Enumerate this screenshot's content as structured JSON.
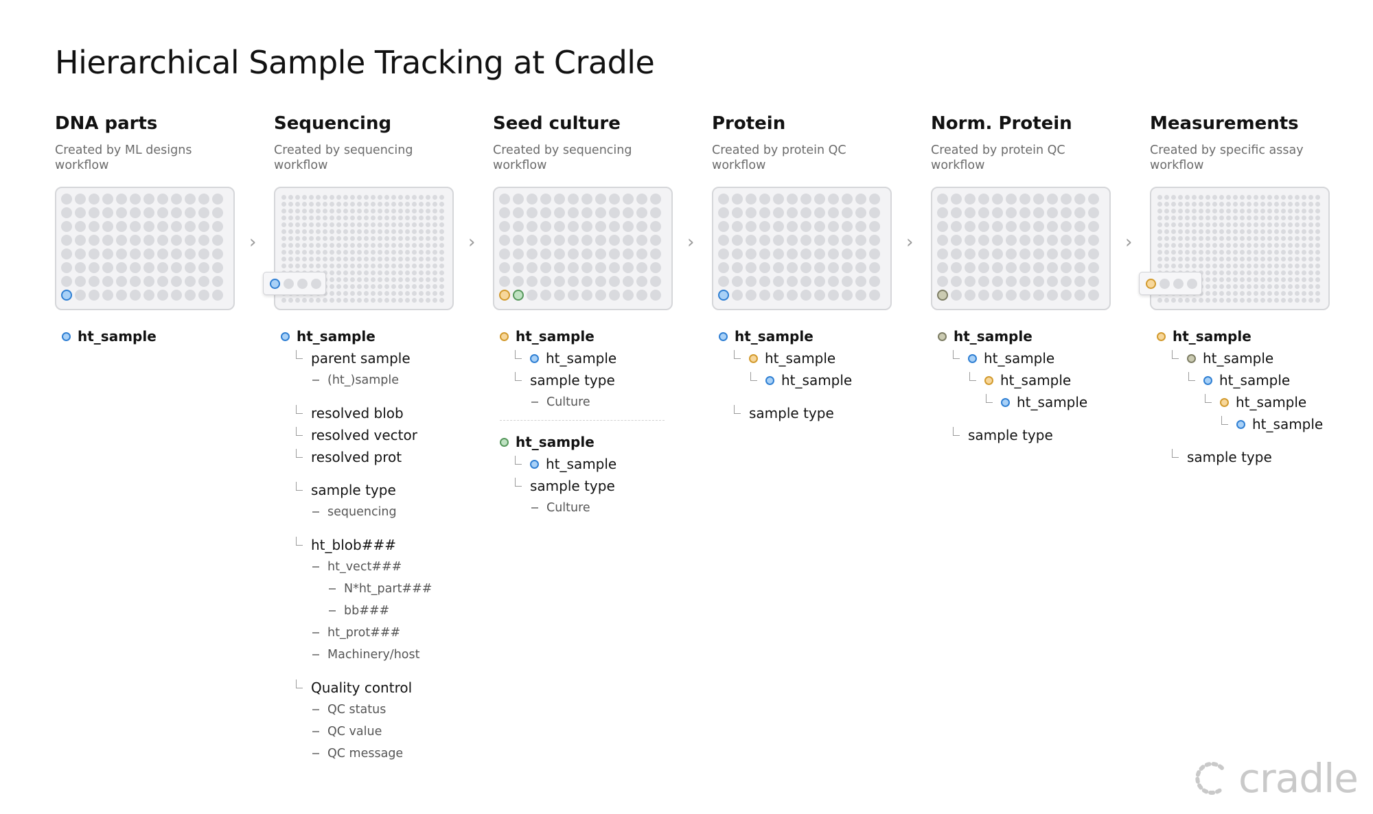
{
  "title": "Hierarchical Sample Tracking at Cradle",
  "colors": {
    "blue": "#2f7fd3",
    "orange": "#d29a2d",
    "green": "#55975b",
    "olive": "#7d7d64",
    "well_empty": "#d9dade"
  },
  "arrow": "›",
  "logo_text": "cradle",
  "columns": [
    {
      "title": "DNA parts",
      "subtitle": "Created by ML designs workflow",
      "plate": {
        "format": 96,
        "highlighted": [
          {
            "row": 8,
            "col": 1,
            "color": "blue"
          }
        ],
        "zoom": null
      },
      "tree": [
        {
          "label": "ht_sample",
          "level": 0,
          "dot": "blue",
          "style": "bold"
        }
      ]
    },
    {
      "title": "Sequencing",
      "subtitle": "Created by sequencing workflow",
      "plate": {
        "format": 384,
        "highlighted": [],
        "zoom": [
          "blue",
          "empty",
          "empty",
          "empty"
        ]
      },
      "tree": [
        {
          "label": "ht_sample",
          "level": 0,
          "dot": "blue",
          "style": "bold"
        },
        {
          "label": "parent sample",
          "level": 1,
          "style": "main"
        },
        {
          "label": "(ht_)sample",
          "level": 2,
          "style": "sub"
        },
        {
          "gap": true
        },
        {
          "label": "resolved blob",
          "level": 1,
          "style": "main"
        },
        {
          "label": "resolved vector",
          "level": 1,
          "style": "main"
        },
        {
          "label": "resolved prot",
          "level": 1,
          "style": "main"
        },
        {
          "gap": true
        },
        {
          "label": "sample type",
          "level": 1,
          "style": "main"
        },
        {
          "label": "sequencing",
          "level": 2,
          "style": "sub"
        },
        {
          "gap": true
        },
        {
          "label": "ht_blob###",
          "level": 1,
          "style": "main"
        },
        {
          "label": "ht_vect###",
          "level": 2,
          "style": "sub"
        },
        {
          "label": "N*ht_part###",
          "level": 3,
          "style": "sub"
        },
        {
          "label": "bb###",
          "level": 3,
          "style": "sub"
        },
        {
          "label": "ht_prot###",
          "level": 2,
          "style": "sub"
        },
        {
          "label": "Machinery/host",
          "level": 2,
          "style": "sub"
        },
        {
          "gap": true
        },
        {
          "label": "Quality control",
          "level": 1,
          "style": "main"
        },
        {
          "label": "QC status",
          "level": 2,
          "style": "sub"
        },
        {
          "label": "QC value",
          "level": 2,
          "style": "sub"
        },
        {
          "label": "QC message",
          "level": 2,
          "style": "sub"
        }
      ]
    },
    {
      "title": "Seed culture",
      "subtitle": "Created by sequencing workflow",
      "plate": {
        "format": 96,
        "highlighted": [
          {
            "row": 8,
            "col": 1,
            "color": "orange"
          },
          {
            "row": 8,
            "col": 2,
            "color": "green"
          }
        ],
        "zoom": null
      },
      "tree": [
        {
          "label": "ht_sample",
          "level": 0,
          "dot": "orange",
          "style": "bold"
        },
        {
          "label": "ht_sample",
          "level": 1,
          "dot": "blue",
          "style": "main"
        },
        {
          "label": "sample type",
          "level": 1,
          "style": "main"
        },
        {
          "label": "Culture",
          "level": 2,
          "style": "sub"
        },
        {
          "sep": true
        },
        {
          "label": "ht_sample",
          "level": 0,
          "dot": "green",
          "style": "bold"
        },
        {
          "label": "ht_sample",
          "level": 1,
          "dot": "blue",
          "style": "main"
        },
        {
          "label": "sample type",
          "level": 1,
          "style": "main"
        },
        {
          "label": "Culture",
          "level": 2,
          "style": "sub"
        }
      ]
    },
    {
      "title": "Protein",
      "subtitle": "Created by protein QC workflow",
      "plate": {
        "format": 96,
        "highlighted": [
          {
            "row": 8,
            "col": 1,
            "color": "blue"
          }
        ],
        "zoom": null
      },
      "tree": [
        {
          "label": "ht_sample",
          "level": 0,
          "dot": "blue",
          "style": "bold"
        },
        {
          "label": "ht_sample",
          "level": 1,
          "dot": "orange",
          "style": "main"
        },
        {
          "label": "ht_sample",
          "level": 2,
          "dot": "blue",
          "style": "main",
          "elbow": true
        },
        {
          "gap": true
        },
        {
          "label": "sample type",
          "level": 1,
          "style": "main"
        }
      ]
    },
    {
      "title": "Norm. Protein",
      "subtitle": "Created by protein QC workflow",
      "plate": {
        "format": 96,
        "highlighted": [
          {
            "row": 8,
            "col": 1,
            "color": "olive"
          }
        ],
        "zoom": null
      },
      "tree": [
        {
          "label": "ht_sample",
          "level": 0,
          "dot": "olive",
          "style": "bold"
        },
        {
          "label": "ht_sample",
          "level": 1,
          "dot": "blue",
          "style": "main"
        },
        {
          "label": "ht_sample",
          "level": 2,
          "dot": "orange",
          "style": "main",
          "elbow": true
        },
        {
          "label": "ht_sample",
          "level": 3,
          "dot": "blue",
          "style": "main",
          "elbow": true
        },
        {
          "gap": true
        },
        {
          "label": "sample type",
          "level": 1,
          "style": "main"
        }
      ]
    },
    {
      "title": "Measurements",
      "subtitle": "Created by specific assay workflow",
      "plate": {
        "format": 384,
        "highlighted": [],
        "zoom": [
          "orange",
          "empty",
          "empty",
          "empty"
        ]
      },
      "tree": [
        {
          "label": "ht_sample",
          "level": 0,
          "dot": "orange",
          "style": "bold"
        },
        {
          "label": "ht_sample",
          "level": 1,
          "dot": "olive",
          "style": "main"
        },
        {
          "label": "ht_sample",
          "level": 2,
          "dot": "blue",
          "style": "main",
          "elbow": true
        },
        {
          "label": "ht_sample",
          "level": 3,
          "dot": "orange",
          "style": "main",
          "elbow": true
        },
        {
          "label": "ht_sample",
          "level": 4,
          "dot": "blue",
          "style": "main",
          "elbow": true
        },
        {
          "gap": true
        },
        {
          "label": "sample type",
          "level": 1,
          "style": "main"
        }
      ]
    }
  ]
}
